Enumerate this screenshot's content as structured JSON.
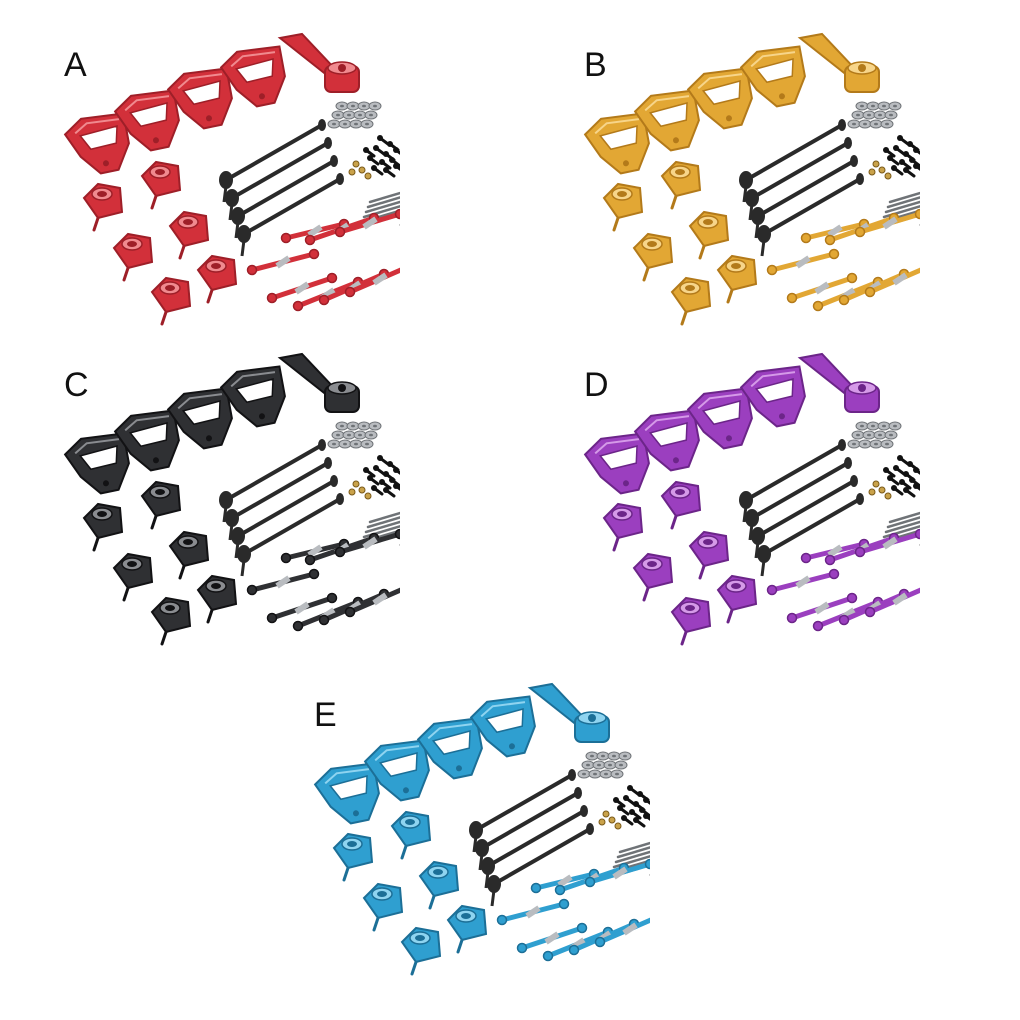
{
  "variants": [
    {
      "label": "A",
      "color": "#d2303a",
      "shade": "#9e1f28",
      "light": "#f08a8f"
    },
    {
      "label": "B",
      "color": "#e2a734",
      "shade": "#b37a1a",
      "light": "#f7d58a"
    },
    {
      "label": "C",
      "color": "#2f3033",
      "shade": "#121214",
      "light": "#8a8c90"
    },
    {
      "label": "D",
      "color": "#9b3fbf",
      "shade": "#6c2589",
      "light": "#d59ae8"
    },
    {
      "label": "E",
      "color": "#2f9fd0",
      "shade": "#1c6f97",
      "light": "#8fd4f0"
    }
  ],
  "hardware": {
    "metal": "#b9bcc0",
    "metal_dark": "#6f7377",
    "screw": "#111111",
    "shaft": "#2a2a2a",
    "brass": "#c9a24a"
  }
}
